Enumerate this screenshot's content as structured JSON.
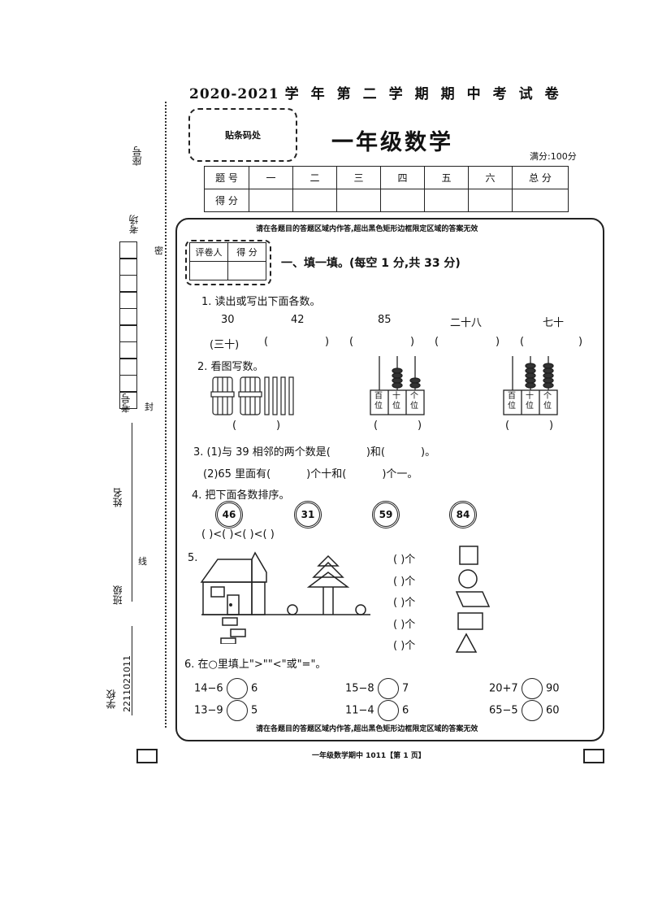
{
  "header": {
    "year": "2020-2021",
    "term": "学年第二学期期中考试卷",
    "barcode_label": "贴条码处",
    "title": "一年级数学",
    "full_mark": "满分:100分"
  },
  "score_table": {
    "row1": [
      "题 号",
      "一",
      "二",
      "三",
      "四",
      "五",
      "六",
      "总 分"
    ],
    "row2_label": "得 分"
  },
  "notice": "请在各题目的答题区域内作答,超出黑色矩形边框限定区域的答案无效",
  "grader": {
    "grader_label": "评卷人",
    "score_label": "得 分"
  },
  "section1": {
    "title": "一、填一填。(每空 1 分,共 33 分)"
  },
  "q1": {
    "text": "1. 读出或写出下面各数。",
    "items": [
      "30",
      "42",
      "85",
      "二十八",
      "七十"
    ],
    "answers": [
      "(三十)",
      "(",
      ")",
      "(",
      ")",
      "(",
      ")",
      "(",
      ")"
    ]
  },
  "q2": {
    "text": "2. 看图写数。",
    "abacus_labels": [
      "百位",
      "十位",
      "个位"
    ],
    "paren_open": "(",
    "paren_close": ")"
  },
  "q3": {
    "line1": "3. (1)与 39 相邻的两个数是(",
    "line1_mid": ")和(",
    "line1_end": ")。",
    "line2": "(2)65 里面有(",
    "line2_mid": ")个十和(",
    "line2_end": ")个一。"
  },
  "q4": {
    "text": "4. 把下面各数排序。",
    "numbers": [
      "46",
      "31",
      "59",
      "84"
    ],
    "sequence": "(            )<(            )<(            )<(            )"
  },
  "q5": {
    "label": "5.",
    "rows": [
      "(            )个",
      "(            )个",
      "(            )个",
      "(            )个",
      "(            )个"
    ]
  },
  "q6": {
    "text": "6. 在○里填上\">\"\"<\"或\"=\"。",
    "items": [
      {
        "left": "14−6",
        "right": "6"
      },
      {
        "left": "15−8",
        "right": "7"
      },
      {
        "left": "20+7",
        "right": "90"
      },
      {
        "left": "13−9",
        "right": "5"
      },
      {
        "left": "11−4",
        "right": "6"
      },
      {
        "left": "65−5",
        "right": "60"
      }
    ]
  },
  "sidebar": {
    "seat": "座号",
    "room": "考场",
    "exam_no": "考号",
    "name": "姓名",
    "class": "班级",
    "school": "学校",
    "code": "2211021011",
    "mi": "密",
    "feng": "封",
    "xian": "线"
  },
  "footer": "一年级数学期中 1011【第 1 页】"
}
